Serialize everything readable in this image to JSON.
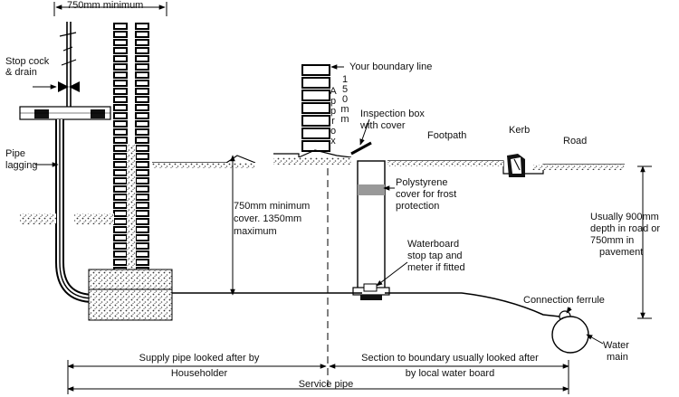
{
  "labels": {
    "top_dimension": "750mm minimum",
    "stop_cock_1": "Stop cock",
    "stop_cock_2": "& drain",
    "pipe_lagging_1": "Pipe",
    "pipe_lagging_2": "lagging",
    "boundary_line": "Your boundary line",
    "approx_150mm_a": "A\np\np\nr\no\nx",
    "approx_150mm_b": "1\n5\n0\nm\nm",
    "inspection_box_1": "Inspection box",
    "inspection_box_2": "with cover",
    "footpath": "Footpath",
    "kerb": "Kerb",
    "road": "Road",
    "polystyrene_1": "Polystyrene",
    "polystyrene_2": "cover for frost",
    "polystyrene_3": "protection",
    "cover_depth_1": "750mm minimum",
    "cover_depth_2": "cover. 1350mm",
    "cover_depth_3": "maximum",
    "usual_depth_1": "Usually 900mm",
    "usual_depth_2": "depth in road or",
    "usual_depth_3": "750mm in",
    "usual_depth_4": "pavement",
    "stop_tap_1": "Waterboard",
    "stop_tap_2": "stop tap and",
    "stop_tap_3": "meter if fitted",
    "connection_ferrule": "Connection ferrule",
    "water_main_1": "Water",
    "water_main_2": "main",
    "supply_pipe": "Supply pipe looked after by",
    "householder": "Householder",
    "section_boundary": "Section to boundary usually looked after",
    "local_water_board": "by local water board",
    "service_pipe": "Service pipe"
  }
}
